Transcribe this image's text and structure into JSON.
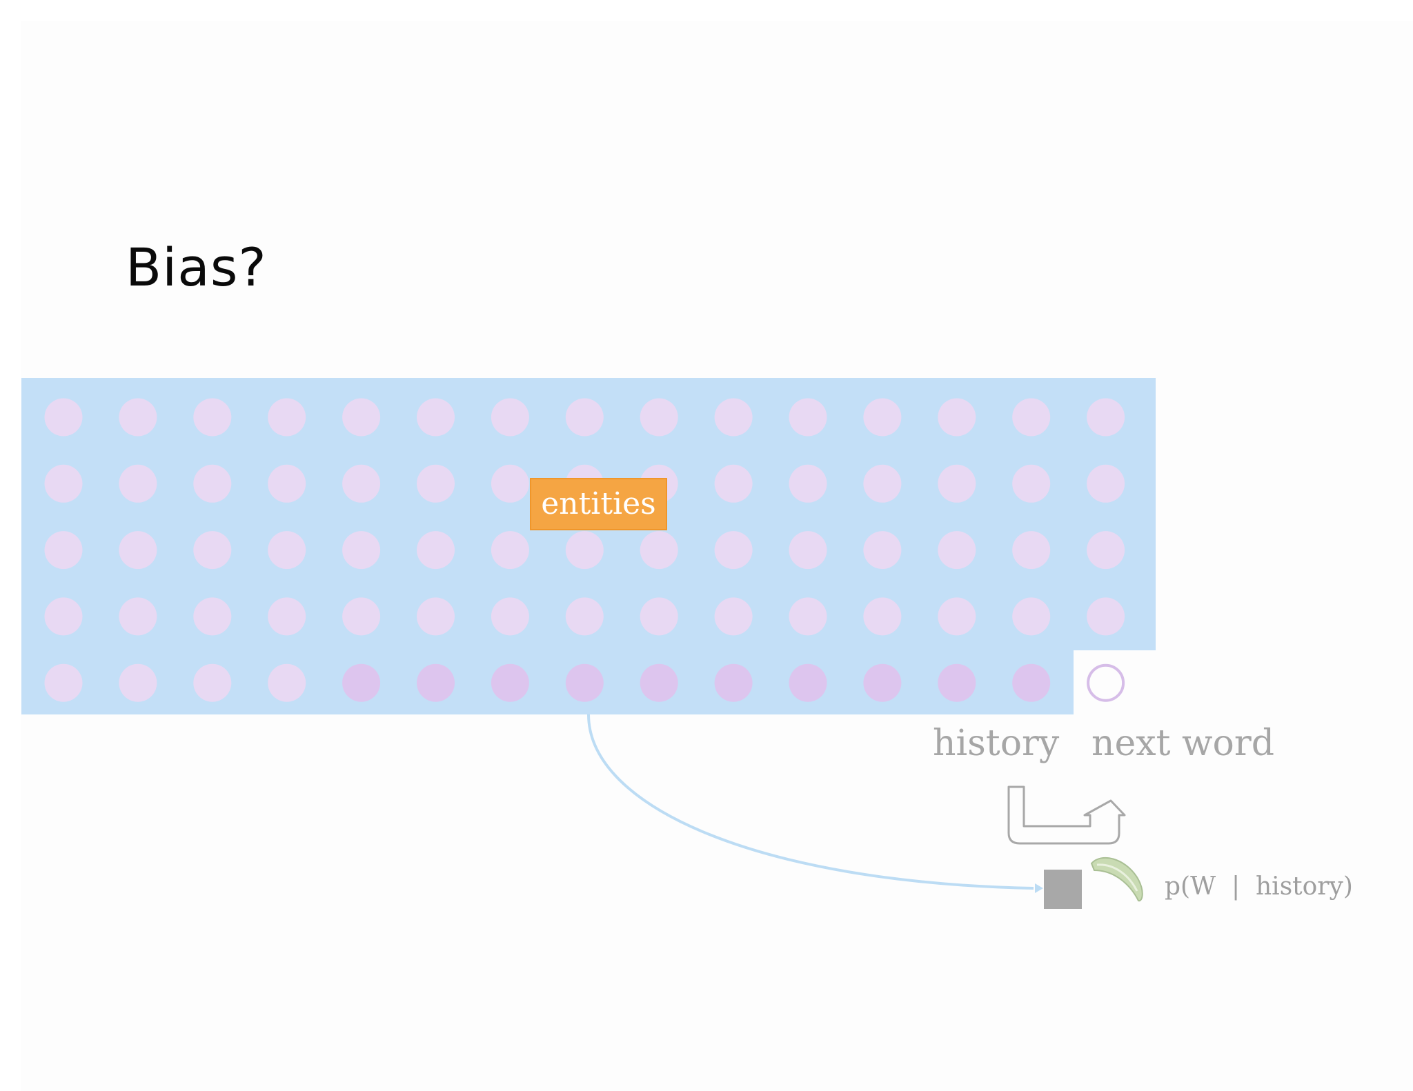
{
  "slide": {
    "title": "Bias?"
  },
  "grid": {
    "rows": 5,
    "cols": 15,
    "highlighted_row": 5,
    "highlighted_cols_from": 5,
    "highlighted_cols_to": 14,
    "open_target_col": 15
  },
  "labels": {
    "entities": "entities",
    "history": "history",
    "next_word": "next word",
    "probability": "p(W  |  history)"
  },
  "colors": {
    "panel": "#c3dff7",
    "dot": "#e8d9f3",
    "dot_highlight": "#ddc5ee",
    "target_ring": "#d6bde8",
    "connector": "#bcdcf4",
    "entities_bg": "#f5a543",
    "label_gray": "#a6a6a6",
    "square": "#a8a8a8",
    "banana": "#c9dbb3"
  },
  "icons": {
    "return_arrow": "u-turn-arrow-icon",
    "model": "banana-icon",
    "square": "square-node"
  }
}
